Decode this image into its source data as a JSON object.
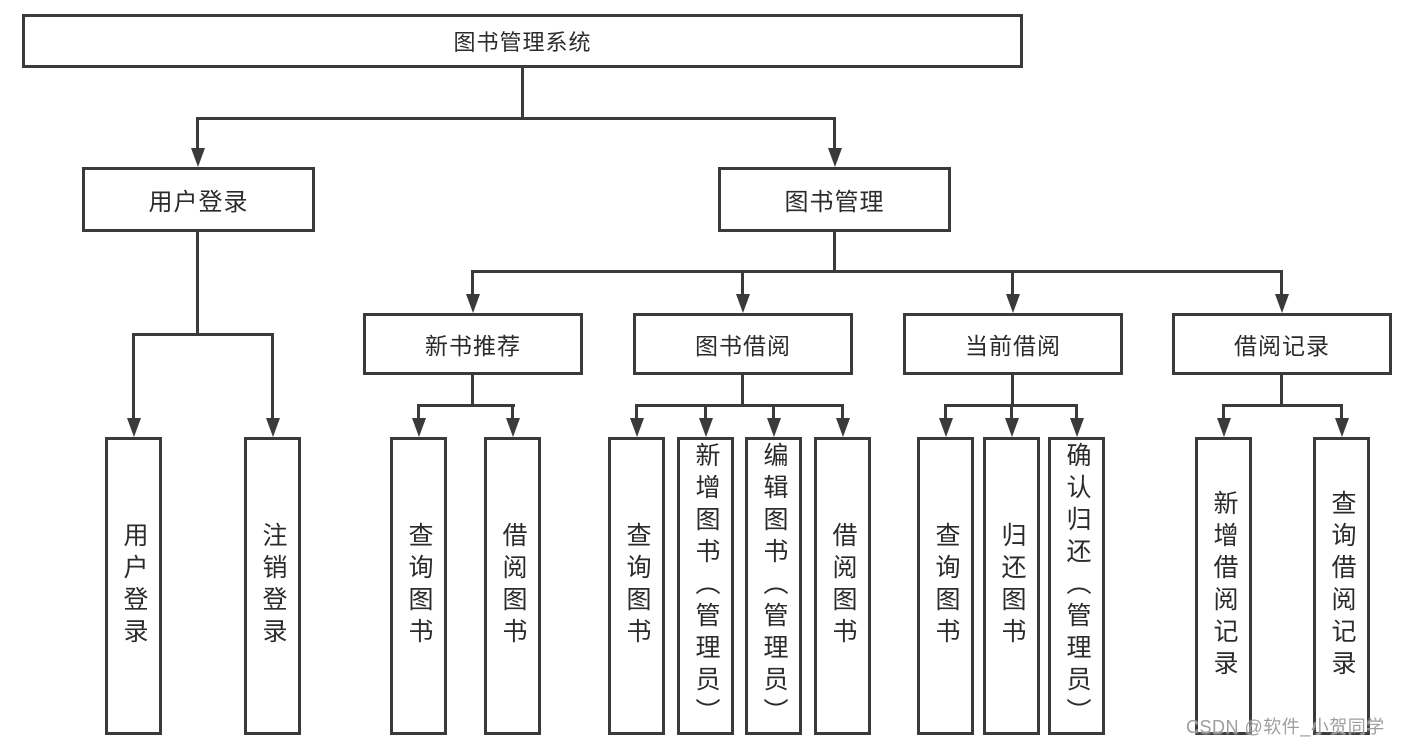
{
  "diagram": {
    "root_label": "图书管理系统",
    "level2": [
      {
        "label": "用户登录"
      },
      {
        "label": "图书管理"
      }
    ],
    "level3": [
      {
        "label": "新书推荐"
      },
      {
        "label": "图书借阅"
      },
      {
        "label": "当前借阅"
      },
      {
        "label": "借阅记录"
      }
    ],
    "groups": {
      "login": {
        "children": [
          "用户登录",
          "注销登录"
        ]
      },
      "recommend": {
        "children": [
          "查询图书",
          "借阅图书"
        ]
      },
      "borrow": {
        "children": [
          "查询图书",
          "新增图书（管理员）",
          "编辑图书（管理员）",
          "借阅图书"
        ]
      },
      "current": {
        "children": [
          "查询图书",
          "归还图书",
          "确认归还（管理员）"
        ]
      },
      "records": {
        "children": [
          "新增借阅记录",
          "查询借阅记录"
        ]
      }
    }
  },
  "watermark": {
    "text": "CSDN @软件_小贺同学"
  },
  "colors": {
    "line": "#3a3a3a",
    "text": "#2b2b2b",
    "watermark": "#9e9e9e",
    "background": "#ffffff"
  }
}
